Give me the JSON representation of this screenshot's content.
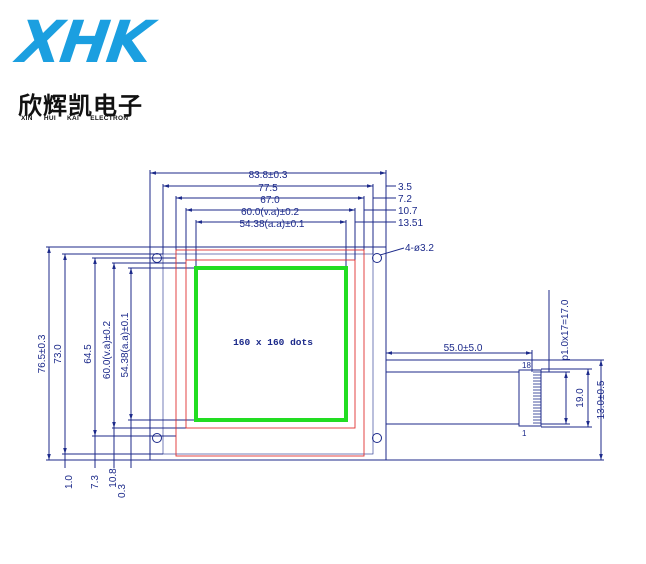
{
  "logo": {
    "mark": "XHK",
    "chinese_name": "欣辉凯电子",
    "english_name": "XIN HUI KAI ELECTRON",
    "color": "#1b9fe0"
  },
  "drawing": {
    "line_color": "#1c2a8a",
    "active_area_color": "#22dd22",
    "bezel_color": "#e03030",
    "display_label": "160 x 160 dots",
    "top_dims": {
      "outline": "83.8±0.3",
      "pcb": "77.5",
      "bezel": "67.0",
      "view_area": "60.0(v.a)±0.2",
      "active_area": "54.38(a.a)±0.1"
    },
    "right_offsets": {
      "outline": "3.5",
      "pcb": "7.2",
      "view_area": "10.7",
      "active_area": "13.51"
    },
    "hole_label": "4-ø3.2",
    "left_dims": {
      "outline": "76.5±0.3",
      "pcb": "73.0",
      "bezel": "64.5",
      "view_area": "60.0(v.a)±0.2",
      "active_area": "54.38(a.a)±0.1"
    },
    "bottom_offsets": {
      "outline": "1.0",
      "pcb": "7.3",
      "bezel": "10.8",
      "view_area": "0.3"
    },
    "cable": {
      "length": "55.0±5.0",
      "pitch": "p1.0x17=17.0",
      "connector_width": "19.0",
      "cable_width": "13.0±0.5",
      "pin_first": "1",
      "pin_last": "18"
    }
  }
}
